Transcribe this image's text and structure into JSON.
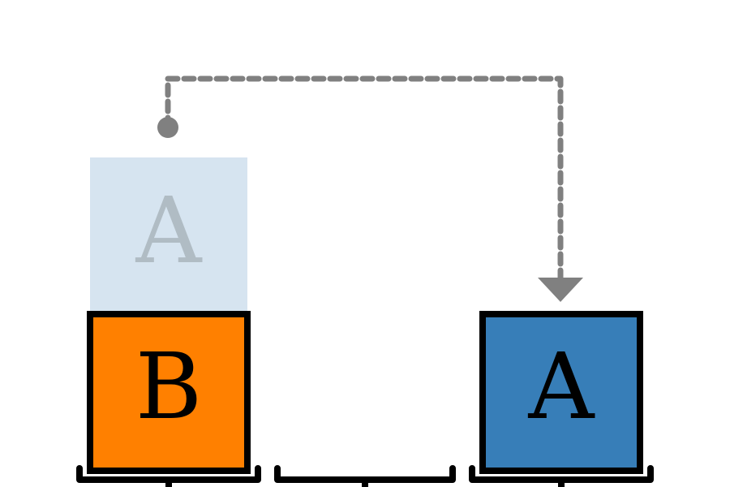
{
  "blocks": {
    "ghost": {
      "label": "A",
      "fill": "#d6e4f0",
      "text_color": "#b0bcc4"
    },
    "b": {
      "label": "B",
      "fill": "#ff8000",
      "text_color": "#000000"
    },
    "a": {
      "label": "A",
      "fill": "#377eb8",
      "text_color": "#000000"
    }
  },
  "arrow": {
    "color": "#808080",
    "style": "dashed"
  },
  "slots": {
    "count": 3,
    "color": "#000000"
  }
}
